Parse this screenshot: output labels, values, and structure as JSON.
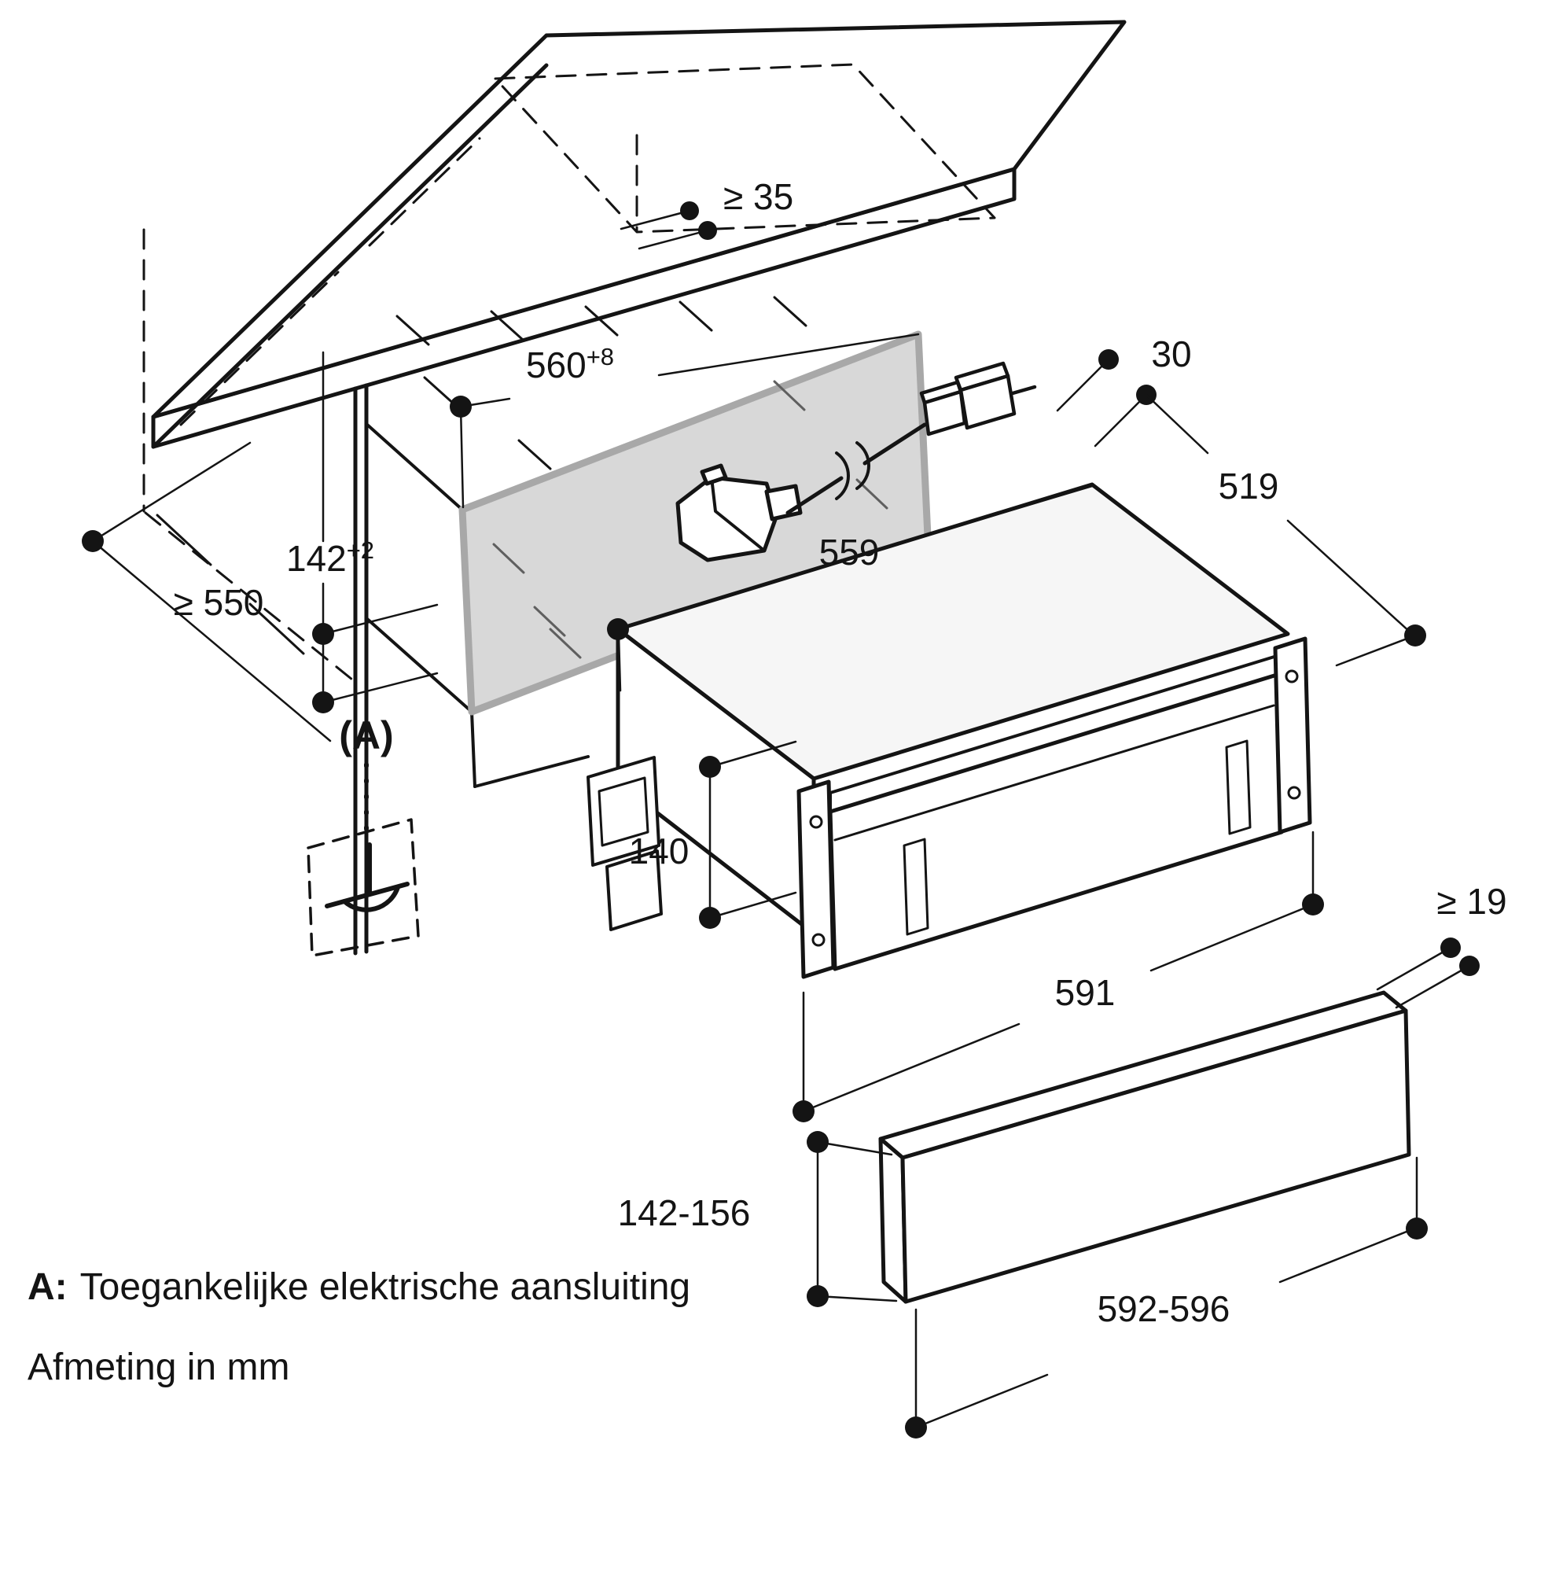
{
  "drawing": {
    "dims": {
      "clearance_top": "≥ 35",
      "niche_width": {
        "base": "560",
        "sup": "+8"
      },
      "rear_gap": "30",
      "depth": "519",
      "niche_height": {
        "base": "142",
        "sup": "+2"
      },
      "cabinet_depth": "≥ 550",
      "appliance_width": "559",
      "appliance_height": "140",
      "front_width": "591",
      "panel_thickness": "≥ 19",
      "panel_height": "142-156",
      "panel_width": "592-596"
    },
    "callout": "(A)",
    "legend": {
      "key": "A:",
      "text": "Toegankelijke elektrische aansluiting"
    },
    "units_note": "Afmeting in mm",
    "icons": [
      "power-plug-icon",
      "socket-outlet-icon"
    ],
    "colors": {
      "line": "#141414",
      "niche_fill": "#d8d8d8",
      "niche_border": "#a8a8a8",
      "appliance_top_fill": "#f6f6f6",
      "background": "#ffffff"
    }
  }
}
